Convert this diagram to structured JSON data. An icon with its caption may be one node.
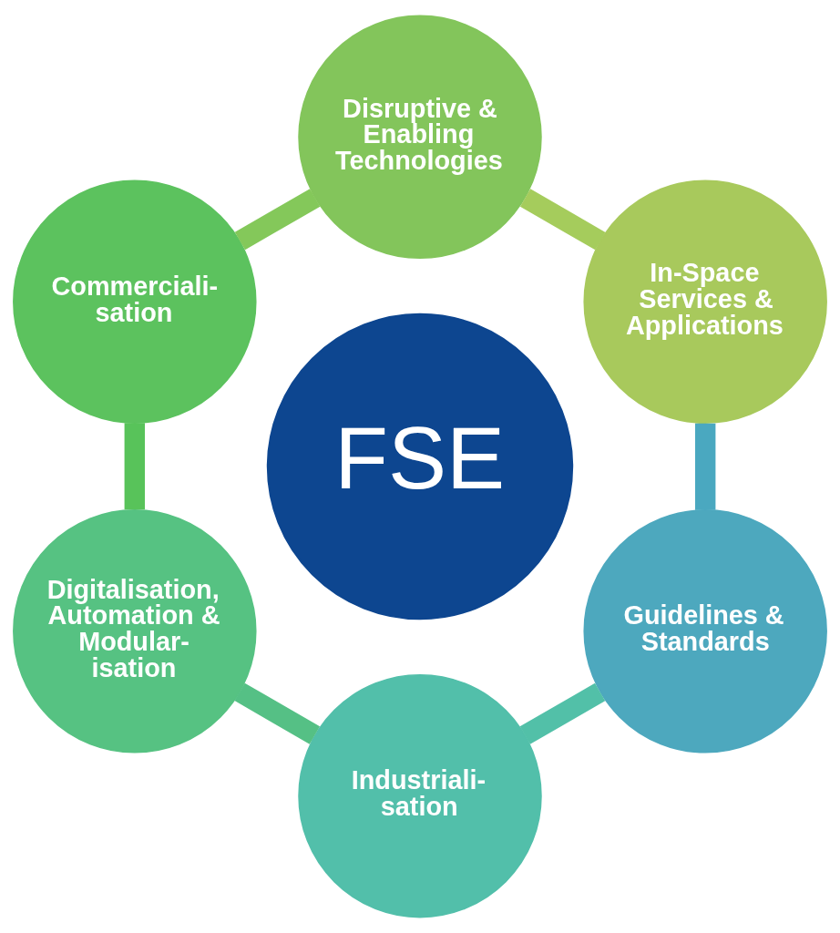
{
  "diagram": {
    "nodes": [
      {
        "text": [
          "FSE"
        ]
      },
      {
        "text": [
          "In-Space Services & Applications"
        ]
      },
      {
        "text": [
          "Disruptive & Enabling Technologies"
        ]
      },
      {
        "text": [
          "Commerciali- sation"
        ]
      },
      {
        "text": [
          "Digitalisation, Automation & Modular- isation"
        ]
      },
      {
        "text": [
          "Industriali- sation"
        ]
      },
      {
        "text": [
          "Guidelines & Standards"
        ]
      }
    ],
    "edges": [
      {
        "from": 1,
        "to": 2,
        "arrow": "none",
        "color": "#a5cc5c"
      },
      {
        "from": 2,
        "to": 3,
        "arrow": "none",
        "color": "#84c85a"
      },
      {
        "from": 3,
        "to": 4,
        "arrow": "none",
        "color": "#58c35a"
      },
      {
        "from": 4,
        "to": 5,
        "arrow": "none",
        "color": "#55c085"
      },
      {
        "from": 5,
        "to": 6,
        "arrow": "none",
        "color": "#52c0a8"
      },
      {
        "from": 6,
        "to": 1,
        "arrow": "none",
        "color": "#4aa8c0"
      }
    ]
  }
}
